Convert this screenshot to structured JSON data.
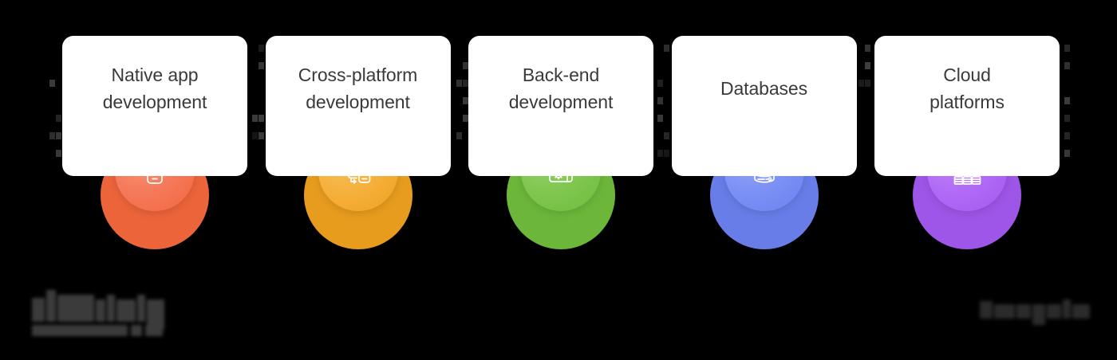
{
  "background_color": "#000000",
  "card": {
    "background_color": "#ffffff",
    "title_color": "#3a3a3a",
    "corner_radius": "14px"
  },
  "cards": [
    {
      "id": "native-app-development",
      "title": "Native app\ndevelopment",
      "lines": 2,
      "icon": "mobile-phone-icon",
      "color_front": "#f4795a",
      "color_front_light": "#f99877",
      "color_back": "#f4673c",
      "accent": "#f2724f"
    },
    {
      "id": "cross-platform-development",
      "title": "Cross-platform\ndevelopment",
      "lines": 2,
      "icon": "devices-sync-icon",
      "color_front": "#f5b03c",
      "color_front_light": "#f9c45f",
      "color_back": "#f0a11f",
      "accent": "#f2a832"
    },
    {
      "id": "back-end-development",
      "title": "Back-end\ndevelopment",
      "lines": 2,
      "icon": "browser-gear-icon",
      "color_front": "#7fc64f",
      "color_front_light": "#9bd470",
      "color_back": "#6fbd3c",
      "accent": "#7ac449"
    },
    {
      "id": "databases",
      "title": "Databases",
      "lines": 1,
      "icon": "database-stack-icon",
      "color_front": "#7b90f5",
      "color_front_light": "#97a8f9",
      "color_back": "#6b81f0",
      "accent": "#6b83f0"
    },
    {
      "id": "cloud-platforms",
      "title": "Cloud\nplatforms",
      "lines": 2,
      "icon": "cloud-network-icon",
      "color_front": "#b06af5",
      "color_front_light": "#c089f9",
      "color_back": "#a259ee",
      "accent": "#a259ee"
    }
  ],
  "branding": {
    "logo": "blurred-logo-mark",
    "watermark": "blurred-watermark-text"
  }
}
